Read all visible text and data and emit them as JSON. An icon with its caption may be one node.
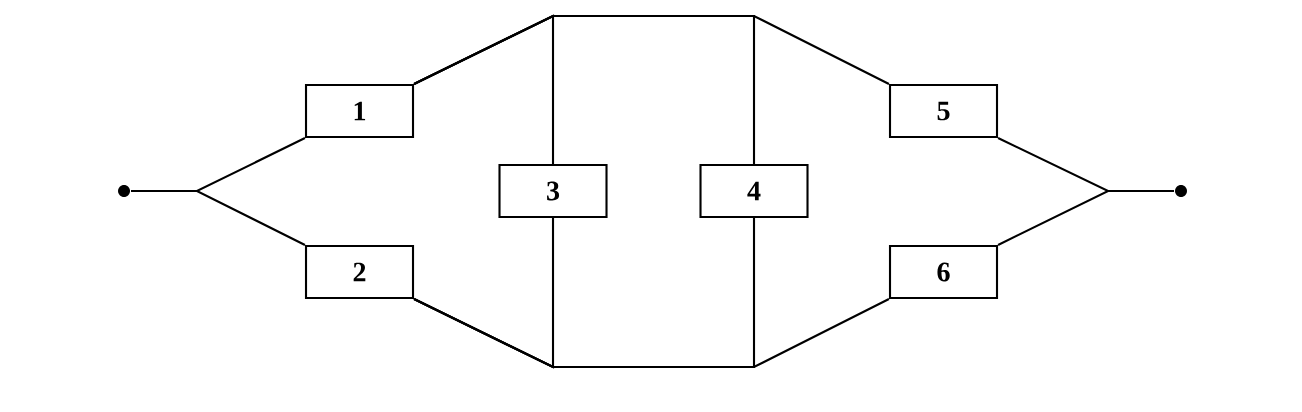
{
  "diagram": {
    "nodes": [
      {
        "text": [],
        "shape": "circle"
      },
      {
        "text": [
          "1"
        ]
      },
      {
        "text": [
          "2"
        ]
      },
      {
        "text": [
          "3"
        ]
      },
      {
        "text": [
          "4"
        ]
      },
      {
        "text": [
          "5"
        ]
      },
      {
        "text": [
          "6"
        ]
      },
      {
        "text": [],
        "shape": "circle"
      }
    ],
    "edges": [
      {
        "from": 0,
        "to": 1,
        "arrow": "none"
      },
      {
        "from": 0,
        "to": 2,
        "arrow": "none"
      },
      {
        "from": 1,
        "to": 3,
        "arrow": "none"
      },
      {
        "from": 1,
        "to": 4,
        "arrow": "none"
      },
      {
        "from": 1,
        "to": 5,
        "arrow": "none"
      },
      {
        "from": 2,
        "to": 3,
        "arrow": "none"
      },
      {
        "from": 2,
        "to": 4,
        "arrow": "none"
      },
      {
        "from": 2,
        "to": 6,
        "arrow": "none"
      },
      {
        "from": 5,
        "to": 7,
        "arrow": "none"
      },
      {
        "from": 6,
        "to": 7,
        "arrow": "none"
      }
    ]
  }
}
